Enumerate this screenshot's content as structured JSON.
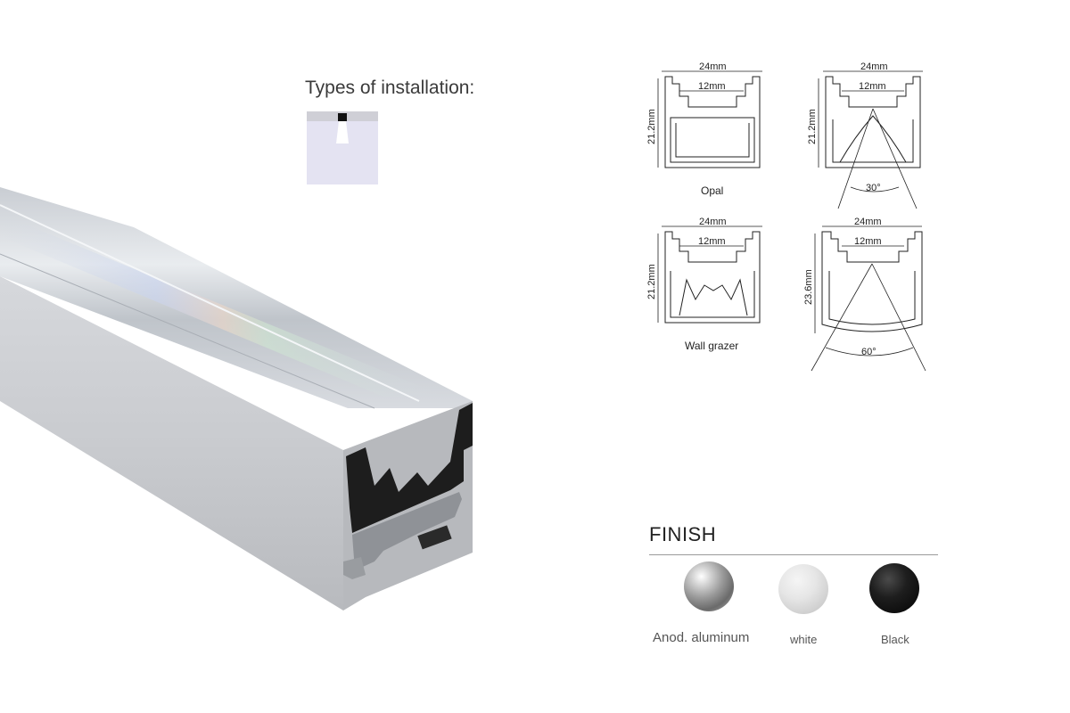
{
  "installation": {
    "title": "Types of installation:",
    "icon": "recessed-installation-icon"
  },
  "product": {
    "image": "aluminum-led-profile-with-wall-grazer-diffuser"
  },
  "diagrams": [
    {
      "caption": "Opal",
      "width": "24mm",
      "inner_width": "12mm",
      "height": "21.2mm",
      "angle": ""
    },
    {
      "caption": "",
      "width": "24mm",
      "inner_width": "12mm",
      "height": "21.2mm",
      "angle": "30°"
    },
    {
      "caption": "Wall grazer",
      "width": "24mm",
      "inner_width": "12mm",
      "height": "21.2mm",
      "angle": ""
    },
    {
      "caption": "",
      "width": "24mm",
      "inner_width": "12mm",
      "height": "23.6mm",
      "angle": "60°"
    }
  ],
  "finish": {
    "title": "FINISH",
    "options": [
      {
        "label": "Anod. aluminum",
        "color": "#9a9a9a"
      },
      {
        "label": "white",
        "color": "#e0e0e0"
      },
      {
        "label": "Black",
        "color": "#111111"
      }
    ]
  }
}
